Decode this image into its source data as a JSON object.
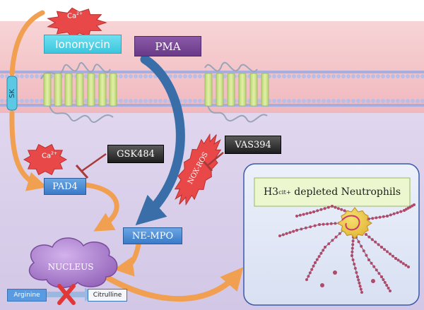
{
  "labels": {
    "ca_ion": "Ca",
    "ca_charge": "2+",
    "ionomycin": "Ionomycin",
    "pma": "PMA",
    "sk": "SK",
    "gsk484": "GSK484",
    "pad4": "PAD4",
    "nox_ros": "NOX-ROS",
    "vas394": "VAS394",
    "ne_mpo": "NE-MPO",
    "nucleus": "NUCLEUS",
    "arginine": "Arginine",
    "citrulline": "Citrulline",
    "h3_prefix": "H3",
    "h3_sup": "cit+",
    "h3_suffix": " depleted Neutrophils"
  },
  "colors": {
    "extracellular_band": "#f4c8cc",
    "cytoplasm": "#d8cfe8",
    "membrane": "#b0b4e0",
    "helix": "#c8e088",
    "orange_arrow": "#f0a050",
    "blue_arrow": "#3a6ea8",
    "inhibitor": "#a83a3a",
    "starburst": "#e84848",
    "nucleus": "#a87ac8",
    "cross": "#e03838"
  }
}
